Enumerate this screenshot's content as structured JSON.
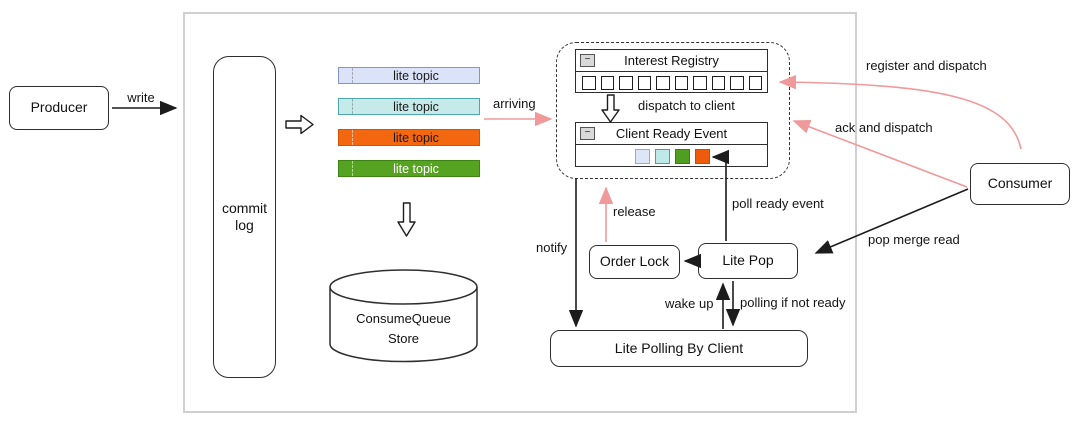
{
  "colors": {
    "pink": "#f0999a",
    "frame-border": "#d0d0d0",
    "bar1-fill": "#dbe3f8",
    "bar1-border": "#8494c8",
    "bar2-fill": "#c6eaea",
    "bar2-border": "#4da6ad",
    "bar3-fill": "#f2670f",
    "bar3-border": "#d35400",
    "bar4-fill": "#56a321",
    "bar4-border": "#3e8413",
    "ready1-fill": "#dde6f8",
    "ready1-border": "#99a8d0",
    "ready2-fill": "#bfe8e8",
    "ready2-border": "#45a0a8",
    "ready3-fill": "#4f9e22",
    "ready3-border": "#3c7d12",
    "ready4-fill": "#ee5c0b",
    "ready4-border": "#c44c05"
  },
  "nodes": {
    "producer": "Producer",
    "commit_log": "commit log",
    "consume_queue_store": "ConsumeQueue Store",
    "interest_registry": "Interest Registry",
    "client_ready_event": "Client Ready Event",
    "order_lock": "Order Lock",
    "lite_pop": "Lite Pop",
    "lite_polling": "Lite Polling By Client",
    "consumer": "Consumer"
  },
  "bars": [
    {
      "label": "lite topic",
      "fill": "#dbe3f8"
    },
    {
      "label": "lite topic",
      "fill": "#c6eaea"
    },
    {
      "label": "lite topic",
      "fill": "#f2670f"
    },
    {
      "label": "lite topic",
      "fill": "#56a321"
    }
  ],
  "registry": {
    "slot_count": 10
  },
  "ready_event": {
    "slot_count": 4,
    "slot_colors": [
      "#dde6f8",
      "#bfe8e8",
      "#4f9e22",
      "#ee5c0b"
    ]
  },
  "edges": {
    "write": "write",
    "arriving": "arriving",
    "dispatch_to_client": "dispatch to client",
    "register_and_dispatch": "register and dispatch",
    "ack_and_dispatch": "ack and dispatch",
    "pop_merge_read": "pop merge read",
    "poll_ready_event": "poll ready event",
    "notify": "notify",
    "release": "release",
    "wake_up": "wake up",
    "polling_if_not_ready": "polling if not ready"
  },
  "icons": {
    "collapse": "−"
  }
}
